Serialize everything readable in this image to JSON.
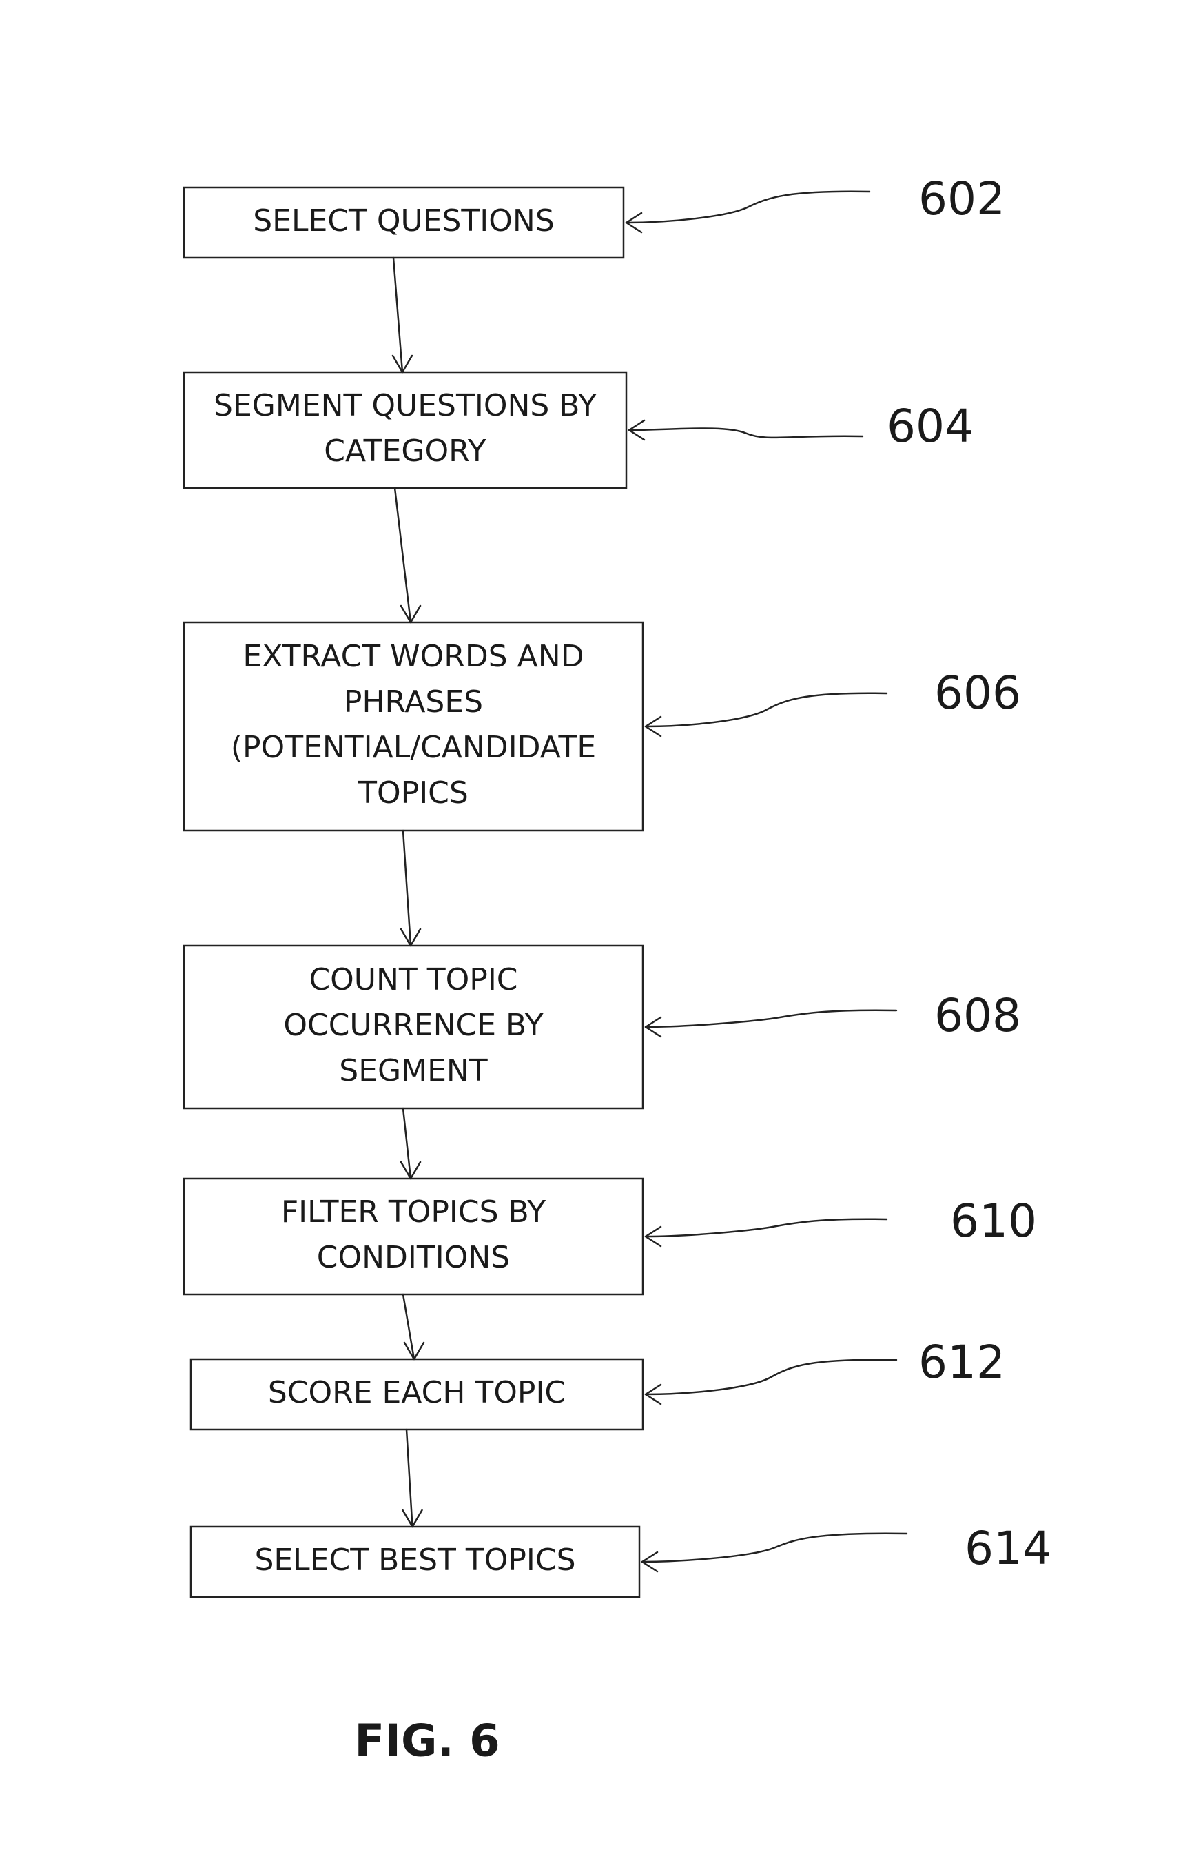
{
  "steps": [
    {
      "id": "602",
      "lines": [
        "SELECT QUESTIONS"
      ]
    },
    {
      "id": "604",
      "lines": [
        "SEGMENT QUESTIONS BY",
        "CATEGORY"
      ]
    },
    {
      "id": "606",
      "lines": [
        "EXTRACT WORDS AND",
        "PHRASES",
        "(POTENTIAL/CANDIDATE",
        "TOPICS"
      ]
    },
    {
      "id": "608",
      "lines": [
        "COUNT TOPIC",
        "OCCURRENCE BY",
        "SEGMENT"
      ]
    },
    {
      "id": "610",
      "lines": [
        "FILTER TOPICS BY",
        "CONDITIONS"
      ]
    },
    {
      "id": "612",
      "lines": [
        "SCORE EACH TOPIC"
      ]
    },
    {
      "id": "614",
      "lines": [
        "SELECT BEST TOPICS"
      ]
    }
  ],
  "figure_label": "FIG. 6"
}
